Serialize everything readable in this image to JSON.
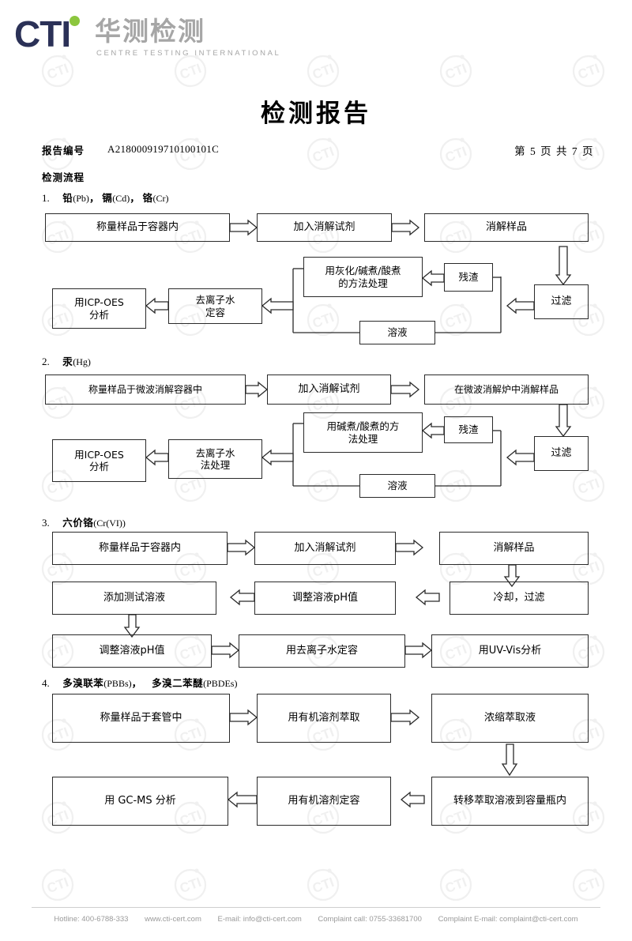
{
  "brand": {
    "logo_text": "CTI",
    "logo_cn": "华测检测",
    "logo_en": "CENTRE TESTING INTERNATIONAL",
    "navy": "#2b3157",
    "green": "#8cc63e",
    "gray": "#a6a6a6",
    "watermark_text": "CTI"
  },
  "document": {
    "title": "检测报告",
    "report_no_label": "报告编号",
    "report_no_value": "A218000919710100101C",
    "page_indicator": "第 5 页  共 7 页",
    "flow_heading": "检测流程"
  },
  "sections": [
    {
      "num": "1.",
      "cn1": "铅",
      "en1": "(Pb)",
      "sep1": "，",
      "cn2": "镉",
      "en2": "(Cd)",
      "sep2": "，",
      "cn3": "铬",
      "en3": "(Cr)",
      "nodes": {
        "weigh": "称量样品于容器内",
        "reagent": "加入消解试剂",
        "digest": "消解样品",
        "filter": "过滤",
        "residue": "残渣",
        "treat": "用灰化/碱煮/酸煮\n的方法处理",
        "solution": "溶液",
        "dilute": "去离子水\n定容",
        "analyze": "用ICP-OES\n分析"
      }
    },
    {
      "num": "2.",
      "cn1": "汞",
      "en1": "(Hg)",
      "sep1": "",
      "cn2": "",
      "en2": "",
      "sep2": "",
      "cn3": "",
      "en3": "",
      "nodes": {
        "weigh": "称量样品于微波消解容器中",
        "reagent": "加入消解试剂",
        "digest": "在微波消解炉中消解样品",
        "filter": "过滤",
        "residue": "残渣",
        "treat": "用碱煮/酸煮的方\n法处理",
        "solution": "溶液",
        "dilute": "去离子水\n法处理",
        "analyze": "用ICP-OES\n分析"
      }
    },
    {
      "num": "3.",
      "cn1": "六价铬",
      "en1": "(Cr(VI))",
      "sep1": "",
      "cn2": "",
      "en2": "",
      "sep2": "",
      "cn3": "",
      "en3": "",
      "nodes": {
        "weigh": "称量样品于容器内",
        "reagent": "加入消解试剂",
        "digest": "消解样品",
        "cool": "冷却，过滤",
        "ph1": "调整溶液pH值",
        "addtest": "添加测试溶液",
        "ph2": "调整溶液pH值",
        "diwater": "用去离子水定容",
        "uvvis": "用UV-Vis分析"
      }
    },
    {
      "num": "4.",
      "cn1": "多溴联苯",
      "en1": "(PBBs)",
      "sep1": "，",
      "cn2": "多溴二苯醚",
      "en2": "(PBDEs)",
      "sep2": "",
      "cn3": "",
      "en3": "",
      "nodes": {
        "weigh": "称量样品于套管中",
        "extract": "用有机溶剂萃取",
        "concentrate": "浓缩萃取液",
        "transfer": "转移萃取溶液到容量瓶内",
        "volume": "用有机溶剂定容",
        "gcms": "用 GC-MS 分析"
      }
    }
  ],
  "footer": {
    "hotline": "Hotline: 400-6788-333",
    "website": "www.cti-cert.com",
    "email": "E-mail: info@cti-cert.com",
    "complaint_call": "Complaint call: 0755-33681700",
    "complaint_email": "Complaint E-mail: complaint@cti-cert.com"
  }
}
